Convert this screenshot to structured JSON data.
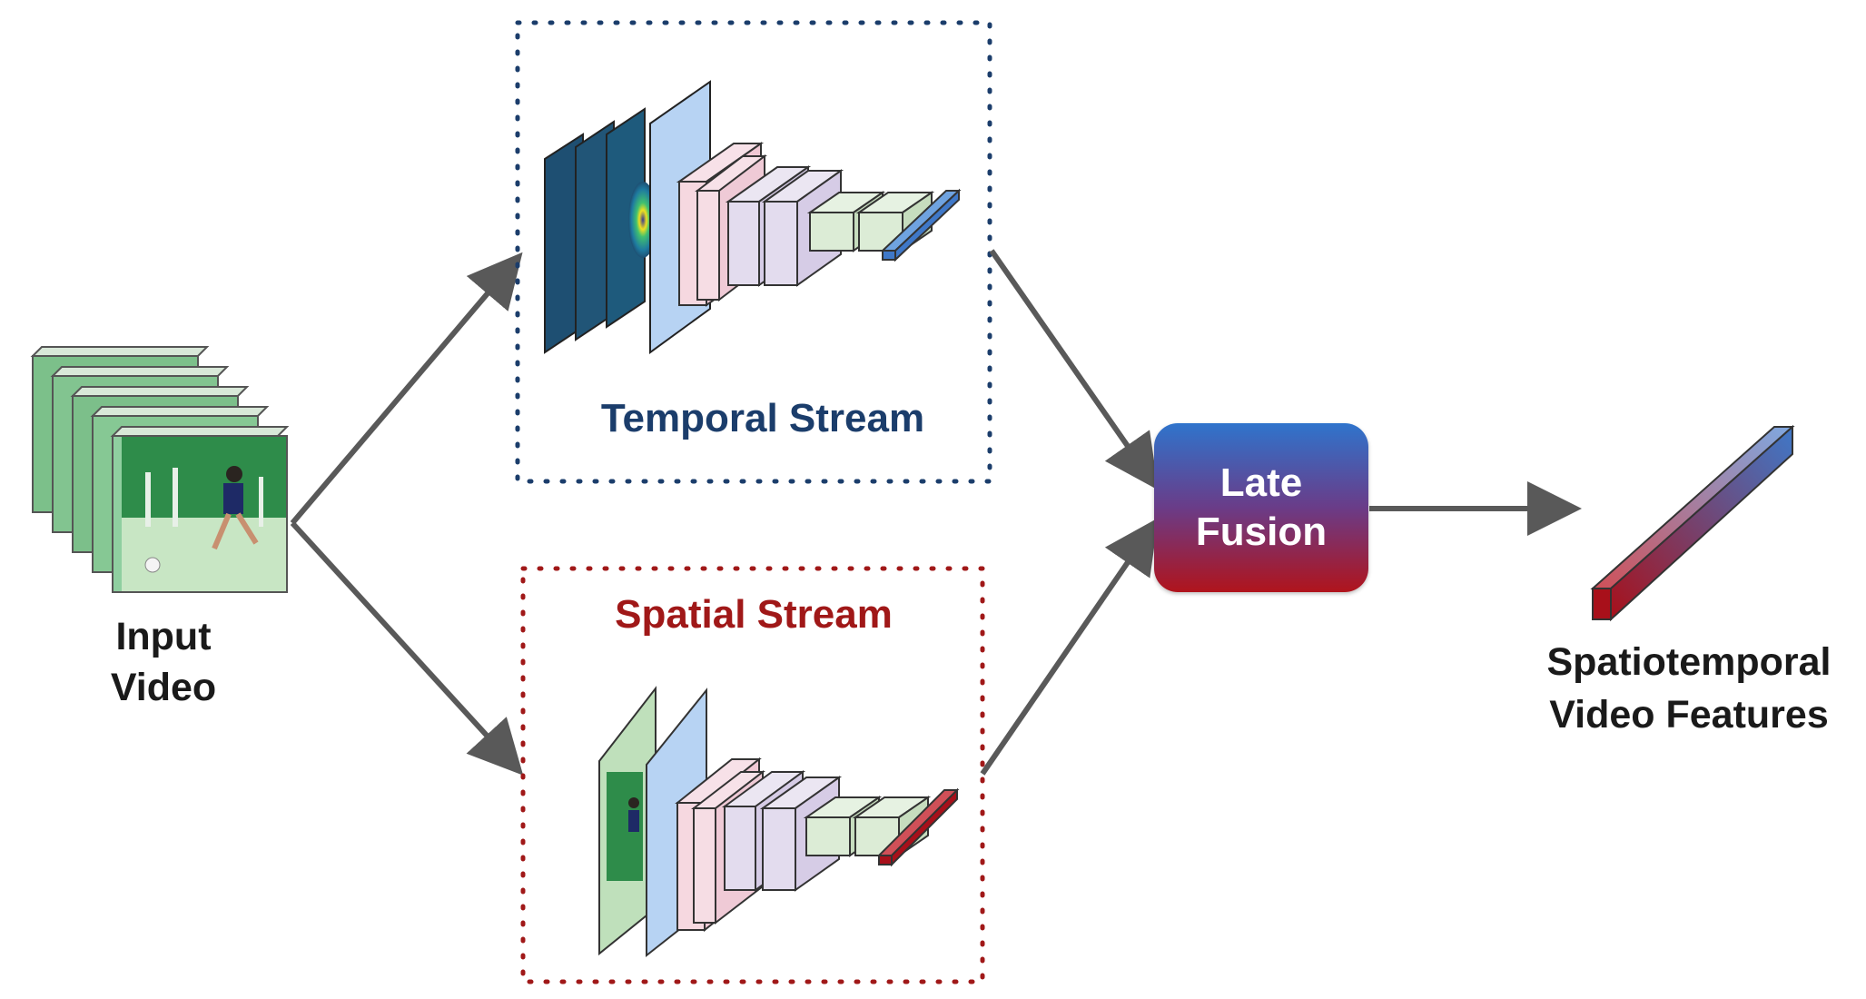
{
  "labels": {
    "input_line1": "Input",
    "input_line2": "Video",
    "temporal": "Temporal Stream",
    "spatial": "Spatial Stream",
    "fusion_line1": "Late",
    "fusion_line2": "Fusion",
    "output_line1": "Spatiotemporal",
    "output_line2": "Video Features"
  },
  "colors": {
    "temporal_accent": "#1b3d6b",
    "spatial_accent": "#a01818",
    "arrow": "#595959",
    "fusion_top": "#2f74cc",
    "fusion_bottom": "#b0141c"
  }
}
